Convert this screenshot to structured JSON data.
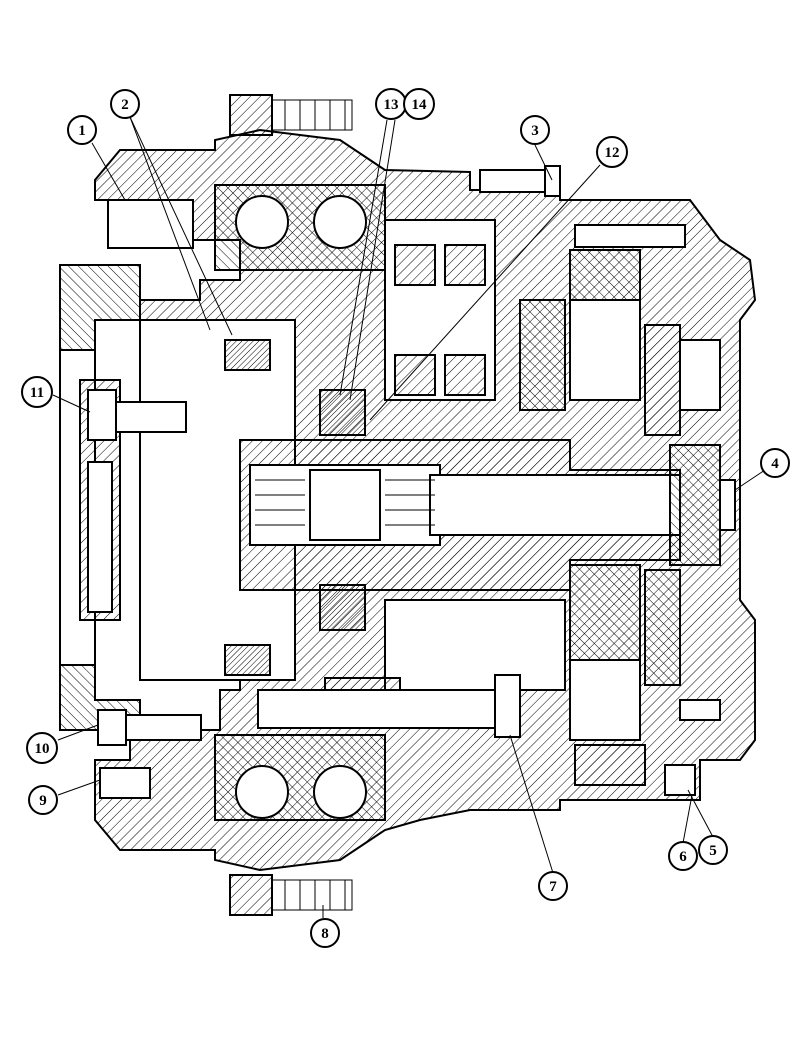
{
  "drawing": {
    "callouts": [
      {
        "id": "c1",
        "label": "1"
      },
      {
        "id": "c2",
        "label": "2"
      },
      {
        "id": "c3",
        "label": "3"
      },
      {
        "id": "c4",
        "label": "4"
      },
      {
        "id": "c5",
        "label": "5"
      },
      {
        "id": "c6",
        "label": "6"
      },
      {
        "id": "c7",
        "label": "7"
      },
      {
        "id": "c8",
        "label": "8"
      },
      {
        "id": "c9",
        "label": "9"
      },
      {
        "id": "c10",
        "label": "10"
      },
      {
        "id": "c11",
        "label": "11"
      },
      {
        "id": "c12",
        "label": "12"
      },
      {
        "id": "c13",
        "label": "13"
      },
      {
        "id": "c14",
        "label": "14"
      }
    ],
    "line_color": "#000000",
    "background": "#ffffff"
  }
}
